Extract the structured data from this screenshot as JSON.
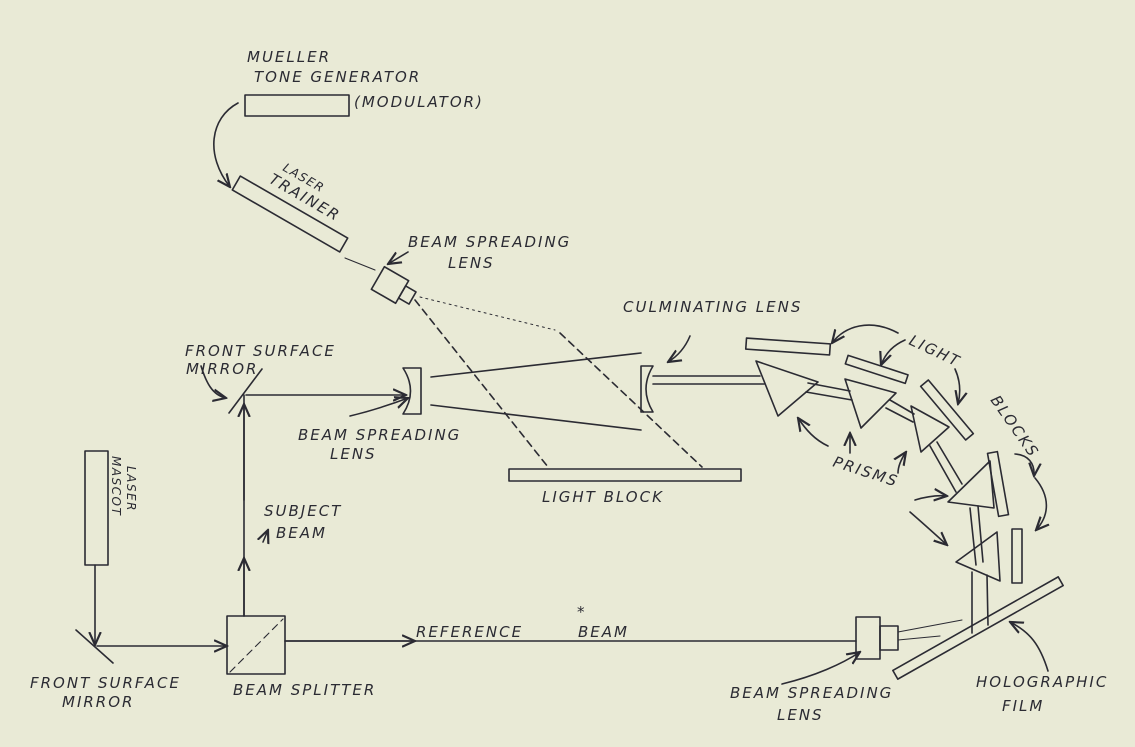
{
  "labels": {
    "mueller": "MUELLER",
    "tone_generator": "TONE GENERATOR",
    "modulator": "(MODULATOR)",
    "laser_trainer_1": "LASER",
    "laser_trainer_2": "TRAINER",
    "beam_spreading_lens_top_1": "BEAM SPREADING",
    "beam_spreading_lens_top_2": "LENS",
    "culminating_lens": "CULMINATING LENS",
    "light_1": "LIGHT",
    "blocks": "BLOCKS",
    "front_surface_mirror_top_1": "FRONT SURFACE",
    "front_surface_mirror_top_2": "MIRROR",
    "beam_spreading_lens_mid_1": "BEAM SPREADING",
    "beam_spreading_lens_mid_2": "LENS",
    "light_block": "LIGHT BLOCK",
    "prisms": "PRISMS",
    "mascot_laser_1": "MASCOT",
    "mascot_laser_2": "LASER",
    "subject_beam_1": "SUBJECT",
    "subject_beam_2": "BEAM",
    "reference_beam_1": "REFERENCE",
    "reference_beam_star": "*",
    "reference_beam_2": "BEAM",
    "front_surface_mirror_bottom_1": "FRONT SURFACE",
    "front_surface_mirror_bottom_2": "MIRROR",
    "beam_splitter": "BEAM SPLITTER",
    "beam_spreading_lens_bottom_1": "BEAM SPREADING",
    "beam_spreading_lens_bottom_2": "LENS",
    "holographic_film_1": "HOLOGRAPHIC",
    "holographic_film_2": "FILM"
  },
  "colors": {
    "paper": "#e9ead6",
    "ink": "#2b2b33"
  }
}
